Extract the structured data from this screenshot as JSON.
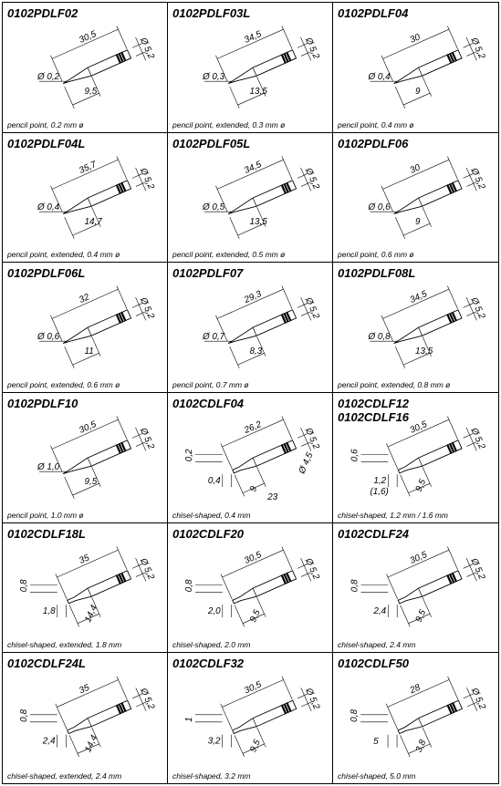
{
  "tips": [
    {
      "title": "0102PDLF02",
      "desc": "pencil point, 0.2 mm ø",
      "type": "pencil",
      "dims": {
        "length": "30,5",
        "dia": "Ø 5,2",
        "tip": "Ø 0,2",
        "cone": "9,5"
      }
    },
    {
      "title": "0102PDLF03L",
      "desc": "pencil point, extended, 0.3 mm ø",
      "type": "pencil",
      "dims": {
        "length": "34,5",
        "dia": "Ø 5,2",
        "tip": "Ø 0,3",
        "cone": "13,5"
      }
    },
    {
      "title": "0102PDLF04",
      "desc": "pencil point, 0.4 mm ø",
      "type": "pencil",
      "dims": {
        "length": "30",
        "dia": "Ø 5,2",
        "tip": "Ø 0,4",
        "cone": "9"
      }
    },
    {
      "title": "0102PDLF04L",
      "desc": "pencil point, extended, 0.4 mm ø",
      "type": "pencil",
      "dims": {
        "length": "35,7",
        "dia": "Ø 5,2",
        "tip": "Ø 0,4",
        "cone": "14,7"
      }
    },
    {
      "title": "0102PDLF05L",
      "desc": "pencil point, extended, 0.5 mm ø",
      "type": "pencil",
      "dims": {
        "length": "34,5",
        "dia": "Ø 5,2",
        "tip": "Ø 0,5",
        "cone": "13,5"
      }
    },
    {
      "title": "0102PDLF06",
      "desc": "pencil point, 0.6 mm ø",
      "type": "pencil",
      "dims": {
        "length": "30",
        "dia": "Ø 5,2",
        "tip": "Ø 0,6",
        "cone": "9"
      }
    },
    {
      "title": "0102PDLF06L",
      "desc": "pencil point, extended, 0.6 mm ø",
      "type": "pencil",
      "dims": {
        "length": "32",
        "dia": "Ø 5,2",
        "tip": "Ø 0,6",
        "cone": "11"
      }
    },
    {
      "title": "0102PDLF07",
      "desc": "pencil point, 0.7 mm ø",
      "type": "pencil",
      "dims": {
        "length": "29,3",
        "dia": "Ø 5,2",
        "tip": "Ø 0,7",
        "cone": "8,3"
      }
    },
    {
      "title": "0102PDLF08L",
      "desc": "pencil point, extended, 0.8 mm ø",
      "type": "pencil",
      "dims": {
        "length": "34,5",
        "dia": "Ø 5,2",
        "tip": "Ø 0,8",
        "cone": "13,5"
      }
    },
    {
      "title": "0102PDLF10",
      "desc": "pencil point, 1.0 mm ø",
      "type": "pencil",
      "dims": {
        "length": "30,5",
        "dia": "Ø 5,2",
        "tip": "Ø 1,0",
        "cone": "9,5"
      }
    },
    {
      "title": "0102CDLF04",
      "desc": "chisel-shaped, 0.4 mm",
      "type": "chisel04",
      "dims": {
        "length": "26,2",
        "dia": "Ø 5,2",
        "dia2": "Ø 4,5",
        "thick": "0,2",
        "width": "0,4",
        "cone": "9",
        "cone2": "23"
      }
    },
    {
      "title": "0102CDLF12\n0102CDLF16",
      "desc": "chisel-shaped, 1.2 mm / 1.6 mm",
      "type": "chisel",
      "dims": {
        "length": "30,5",
        "dia": "Ø 5,2",
        "thick": "0,6",
        "width": "1,2",
        "width2": "(1,6)",
        "cone": "9,5"
      }
    },
    {
      "title": "0102CDLF18L",
      "desc": "chisel-shaped, extended, 1.8 mm",
      "type": "chisel",
      "dims": {
        "length": "35",
        "dia": "Ø 5,2",
        "thick": "0,8",
        "width": "1,8",
        "cone": "14,4"
      }
    },
    {
      "title": "0102CDLF20",
      "desc": "chisel-shaped, 2.0 mm",
      "type": "chisel",
      "dims": {
        "length": "30,5",
        "dia": "Ø 5,2",
        "thick": "0,8",
        "width": "2,0",
        "cone": "9,5"
      }
    },
    {
      "title": "0102CDLF24",
      "desc": "chisel-shaped, 2.4 mm",
      "type": "chisel",
      "dims": {
        "length": "30,5",
        "dia": "Ø 5,2",
        "thick": "0,8",
        "width": "2,4",
        "cone": "9,5"
      }
    },
    {
      "title": "0102CDLF24L",
      "desc": "chisel-shaped, extended, 2.4 mm",
      "type": "chisel",
      "dims": {
        "length": "35",
        "dia": "Ø 5,2",
        "thick": "0,8",
        "width": "2,4",
        "cone": "14,4"
      }
    },
    {
      "title": "0102CDLF32",
      "desc": "chisel-shaped, 3.2 mm",
      "type": "chisel",
      "dims": {
        "length": "30,5",
        "dia": "Ø 5,2",
        "thick": "1",
        "width": "3,2",
        "cone": "9,5"
      }
    },
    {
      "title": "0102CDLF50",
      "desc": "chisel-shaped, 5.0 mm",
      "type": "chisel",
      "dims": {
        "length": "28",
        "dia": "Ø 5,2",
        "thick": "0,8",
        "width": "5",
        "cone": "3,8"
      }
    }
  ]
}
